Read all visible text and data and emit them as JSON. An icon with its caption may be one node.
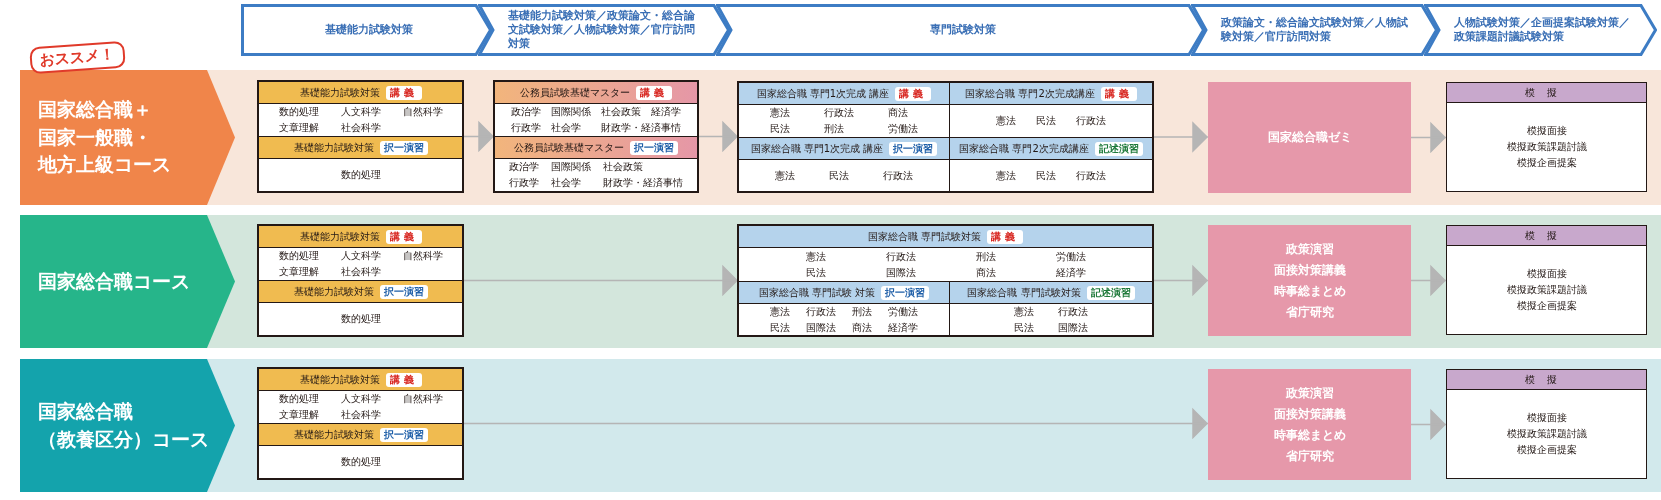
{
  "diagram": {
    "nodes": [
      {
        "text": [
          "基礎能力試験対策"
        ]
      },
      {
        "text": [
          "基礎能力試験対策／政策論文・総合論文試験対策／人物試験対策／官庁訪問対策"
        ]
      },
      {
        "text": [
          "専門試験対策"
        ]
      },
      {
        "text": [
          "政策論文・総合論文試験対策／人物試験対策／官庁訪問対策"
        ]
      },
      {
        "text": [
          "人物試験対策／企画提案試験対策／政策課題討議試験対策"
        ]
      },
      {
        "text": [
          "国家総合職＋国家一般職・地方上級コース"
        ],
        "beside": [
          "おススメ！"
        ]
      },
      {
        "text": [],
        "shape": "box"
      },
      {
        "text": [
          "基礎能力試験対策",
          "講義",
          "数的処理",
          "人文科学",
          "自然科学",
          "文章理解",
          "社会科学"
        ],
        "in": 6
      },
      {
        "text": [
          "基礎能力試験対策",
          "択一演習",
          "数的処理"
        ],
        "in": 6
      },
      {
        "text": [],
        "shape": "box"
      },
      {
        "text": [
          "公務員試験基礎マスター",
          "講義",
          "政治学",
          "国際関係",
          "社会政策",
          "経済学",
          "行政学",
          "社会学",
          "財政学・経済事情"
        ],
        "in": 9
      },
      {
        "text": [
          "公務員試験基礎マスター",
          "択一演習",
          "政治学",
          "国際関係",
          "社会政策",
          "行政学",
          "社会学",
          "財政学・経済事情"
        ],
        "in": 9
      },
      {
        "text": [],
        "shape": "box"
      },
      {
        "text": [
          "国家総合職 専門1次完成 講座",
          "講義",
          "憲法",
          "行政法",
          "商法",
          "民法",
          "刑法",
          "労働法"
        ],
        "in": 12
      },
      {
        "text": [
          "国家総合職 専門2次完成講座",
          "講義",
          "憲法",
          "民法",
          "行政法"
        ],
        "in": 12
      },
      {
        "text": [
          "国家総合職 専門1次完成 講座",
          "択一演習",
          "憲法",
          "民法",
          "行政法"
        ],
        "in": 12
      },
      {
        "text": [
          "国家総合職 専門2次完成講座",
          "記述演習",
          "憲法",
          "民法",
          "行政法"
        ],
        "in": 12
      },
      {
        "text": [
          "国家総合職ゼミ"
        ]
      },
      {
        "text": [
          "模擬",
          "模擬面接",
          "模擬政策課題討議",
          "模擬企画提案"
        ]
      },
      {
        "text": [
          "国家総合職コース"
        ]
      },
      {
        "text": [],
        "shape": "box"
      },
      {
        "text": [
          "基礎能力試験対策",
          "講義",
          "数的処理",
          "人文科学",
          "自然科学",
          "文章理解",
          "社会科学"
        ],
        "in": 20
      },
      {
        "text": [
          "基礎能力試験対策",
          "択一演習",
          "数的処理"
        ],
        "in": 20
      },
      {
        "text": [],
        "shape": "box"
      },
      {
        "text": [
          "国家総合職 専門試験対策",
          "講義",
          "憲法",
          "行政法",
          "刑法",
          "労働法",
          "民法",
          "国際法",
          "商法",
          "経済学"
        ],
        "in": 23
      },
      {
        "text": [
          "国家総合職 専門試験 対策",
          "択一演習",
          "憲法",
          "行政法",
          "刑法",
          "労働法",
          "民法",
          "国際法",
          "商法",
          "経済学"
        ],
        "in": 23
      },
      {
        "text": [
          "国家総合職 専門試験対策",
          "記述演習",
          "憲法",
          "行政法",
          "民法",
          "国際法"
        ],
        "in": 23
      },
      {
        "text": [
          "政策演習",
          "面接対策講義",
          "時事総まとめ",
          "省庁研究"
        ]
      },
      {
        "text": [
          "模擬",
          "模擬面接",
          "模擬政策課題討議",
          "模擬企画提案"
        ]
      },
      {
        "text": [
          "国家総合職（教養区分）コース"
        ]
      },
      {
        "text": [],
        "shape": "box"
      },
      {
        "text": [
          "基礎能力試験対策",
          "講義",
          "数的処理",
          "人文科学",
          "自然科学",
          "文章理解",
          "社会科学"
        ],
        "in": 30
      },
      {
        "text": [
          "基礎能力試験対策",
          "択一演習",
          "数的処理"
        ],
        "in": 30
      },
      {
        "text": [
          "政策演習",
          "面接対策講義",
          "時事総まとめ",
          "省庁研究"
        ]
      },
      {
        "text": [
          "模擬",
          "模擬面接",
          "模擬政策課題討議",
          "模擬企画提案"
        ]
      }
    ],
    "edges": [
      {
        "from": 6,
        "to": 9,
        "arrow": "to"
      },
      {
        "from": 9,
        "to": 12,
        "arrow": "to"
      },
      {
        "from": 12,
        "to": 17,
        "arrow": "to"
      },
      {
        "from": 17,
        "to": 18,
        "arrow": "to"
      },
      {
        "from": 20,
        "to": 23,
        "arrow": "to"
      },
      {
        "from": 23,
        "to": 27,
        "arrow": "to"
      },
      {
        "from": 27,
        "to": 28,
        "arrow": "to"
      },
      {
        "from": 30,
        "to": 33,
        "arrow": "to"
      },
      {
        "from": 33,
        "to": 34,
        "arrow": "to"
      }
    ]
  }
}
